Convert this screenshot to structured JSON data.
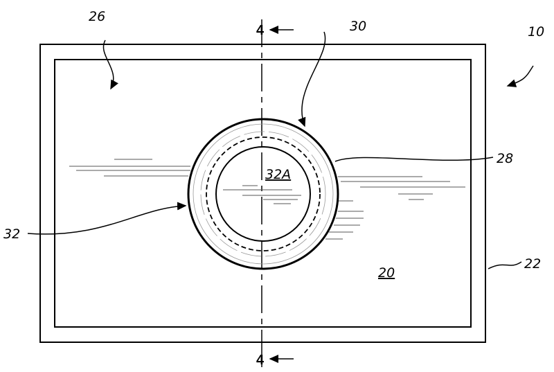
{
  "labels": {
    "device": "10",
    "surface": "20",
    "frame": "22",
    "panel": "26",
    "edge": "28",
    "ring": "30",
    "cap": "32",
    "cap_center": "32A",
    "section_top": "4",
    "section_bottom": "4"
  }
}
